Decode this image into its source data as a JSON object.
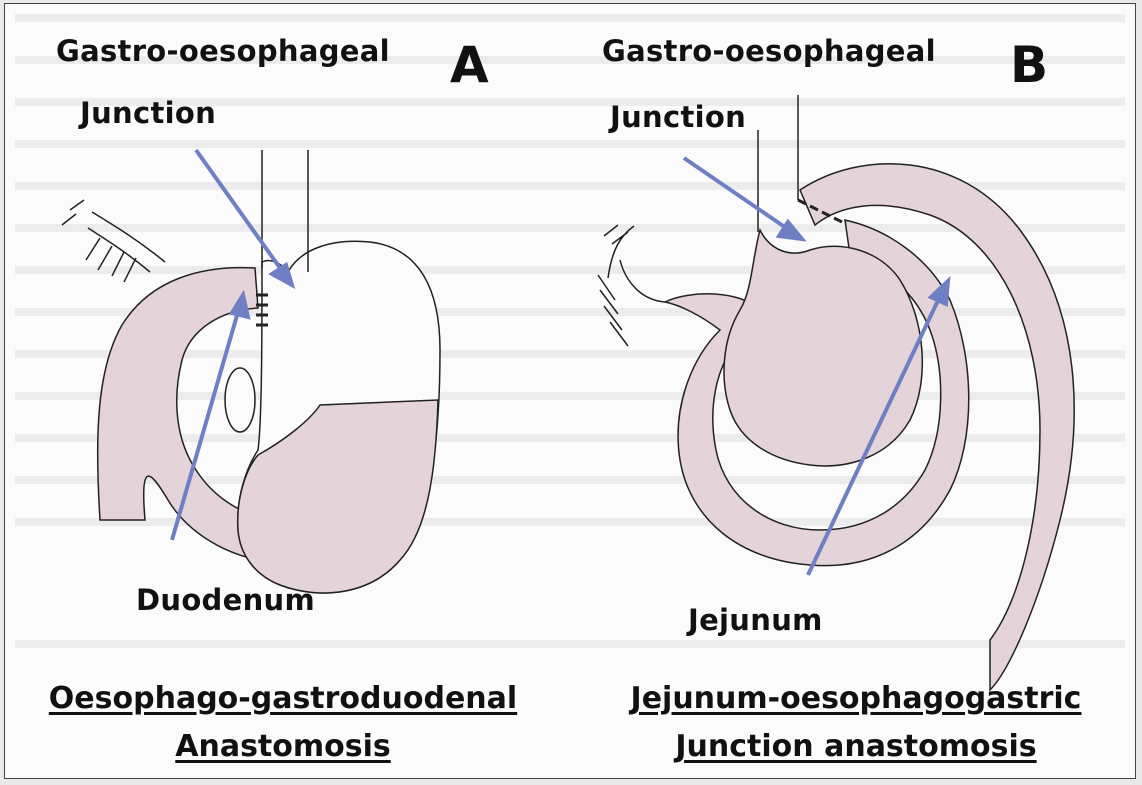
{
  "panel_a": {
    "letter": "A",
    "label_top_line1": "Gastro-oesophageal",
    "label_top_line2": "Junction",
    "label_bottom": "Duodenum",
    "title_line1": "Oesophago-gastroduodenal",
    "title_line2": "Anastomosis"
  },
  "panel_b": {
    "letter": "B",
    "label_top_line1": "Gastro-oesophageal",
    "label_top_line2": "Junction",
    "label_bottom": "Jejunum",
    "title_line1": "Jejunum-oesophagogastric",
    "title_line2": "Junction anastomosis"
  },
  "colors": {
    "organ_fill": "#e4d3d9",
    "arrow": "#6f7fc4",
    "outline": "#222222"
  }
}
